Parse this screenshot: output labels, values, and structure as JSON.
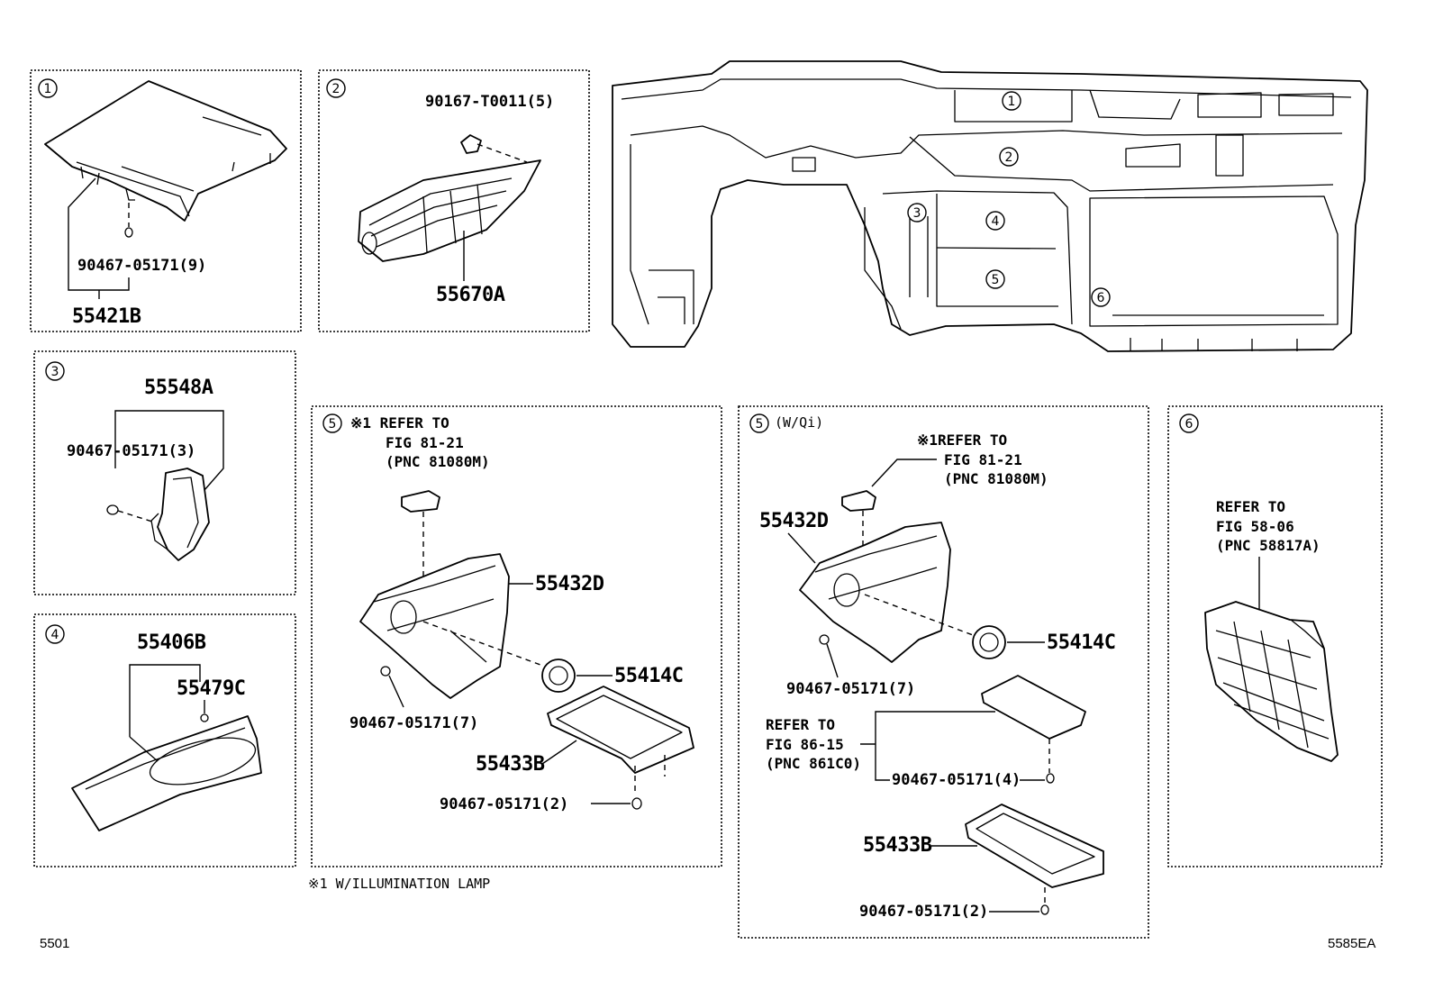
{
  "labels": {
    "p1_part": "55421B",
    "p1_clip": "90467-05171(9)",
    "p2_screw": "90167-T0011(5)",
    "p2_part": "55670A",
    "p3_part": "55548A",
    "p3_clip": "90467-05171(3)",
    "p4_part": "55406B",
    "p4_sub": "55479C",
    "p5_refer1": "※1 REFER TO",
    "p5_refer2": "FIG 81-21",
    "p5_refer3": "(PNC 81080M)",
    "p5_p1": "55432D",
    "p5_p2": "55414C",
    "p5_p3": "55433B",
    "p5_clip1": "90467-05171(7)",
    "p5_clip2": "90467-05171(2)",
    "footnote": "※1 W/ILLUMINATION LAMP",
    "p5b_tag": "(W/Qi)",
    "p5b_refer1": "※1REFER TO",
    "p5b_refer2": "FIG 81-21",
    "p5b_refer3": "(PNC 81080M)",
    "p5b_p1": "55432D",
    "p5b_p2": "55414C",
    "p5b_clip1": "90467-05171(7)",
    "p5b_refer4": "REFER TO",
    "p5b_refer5": "FIG 86-15",
    "p5b_refer6": "(PNC 861C0)",
    "p5b_clip2": "90467-05171(4)",
    "p5b_p3": "55433B",
    "p5b_clip3": "90467-05171(2)",
    "p6_refer1": "REFER TO",
    "p6_refer2": "FIG 58-06",
    "p6_refer3": "(PNC 58817A)",
    "code_left": "5501",
    "code_right": "5585EA"
  },
  "circled_numbers": [
    "1",
    "2",
    "3",
    "4",
    "5",
    "5",
    "6",
    "1",
    "2",
    "3",
    "4",
    "5",
    "6"
  ]
}
